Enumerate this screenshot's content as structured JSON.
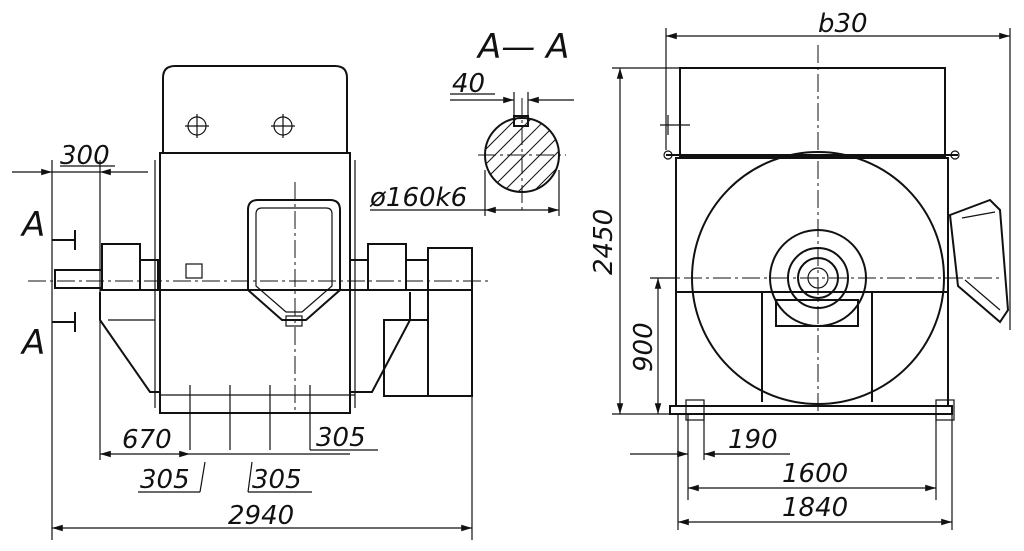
{
  "section_label": "A— A",
  "section_marker_top": "A",
  "section_marker_bottom": "A",
  "dimensions": {
    "d300": "300",
    "d40": "40",
    "shaft_diameter": "ø160k6",
    "d670": "670",
    "d305_right": "305",
    "d305_left": "305",
    "d305_center": "305",
    "d2940": "2940",
    "d630": "b30",
    "d2450": "2450",
    "d900": "900",
    "d190": "190",
    "d1600": "1600",
    "d1840": "1840"
  }
}
